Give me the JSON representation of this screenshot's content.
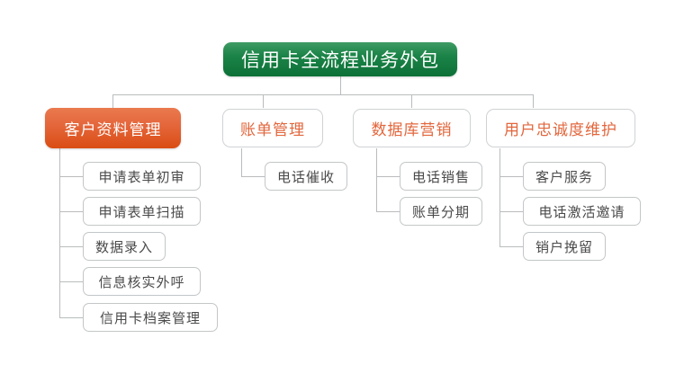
{
  "diagram": {
    "type": "org-chart",
    "title": "信用卡全流程业务外包",
    "background_color": "#ffffff",
    "colors": {
      "root_fill_top": "#3f9c64",
      "root_fill_bottom": "#0c7037",
      "root_text": "#ffffff",
      "active_fill_top": "#ea7a4f",
      "active_fill_bottom": "#da4d13",
      "active_text": "#ffffff",
      "level2_text": "#e2663c",
      "level2_border": "#cfd2d4",
      "leaf_text": "#4a4a4a",
      "leaf_border": "#c3c6c8",
      "connector": "#b9bcbe"
    },
    "root": {
      "label": "信用卡全流程业务外包"
    },
    "branches": [
      {
        "label": "客户资料管理",
        "highlighted": true,
        "children": [
          {
            "label": "申请表单初审"
          },
          {
            "label": "申请表单扫描"
          },
          {
            "label": "数据录入"
          },
          {
            "label": "信息核实外呼"
          },
          {
            "label": "信用卡档案管理"
          }
        ]
      },
      {
        "label": "账单管理",
        "highlighted": false,
        "children": [
          {
            "label": "电话催收"
          }
        ]
      },
      {
        "label": "数据库营销",
        "highlighted": false,
        "children": [
          {
            "label": "电话销售"
          },
          {
            "label": "账单分期"
          }
        ]
      },
      {
        "label": "用户忠诚度维护",
        "highlighted": false,
        "children": [
          {
            "label": "客户服务"
          },
          {
            "label": "电话激活邀请"
          },
          {
            "label": "销户挽留"
          }
        ]
      }
    ]
  }
}
